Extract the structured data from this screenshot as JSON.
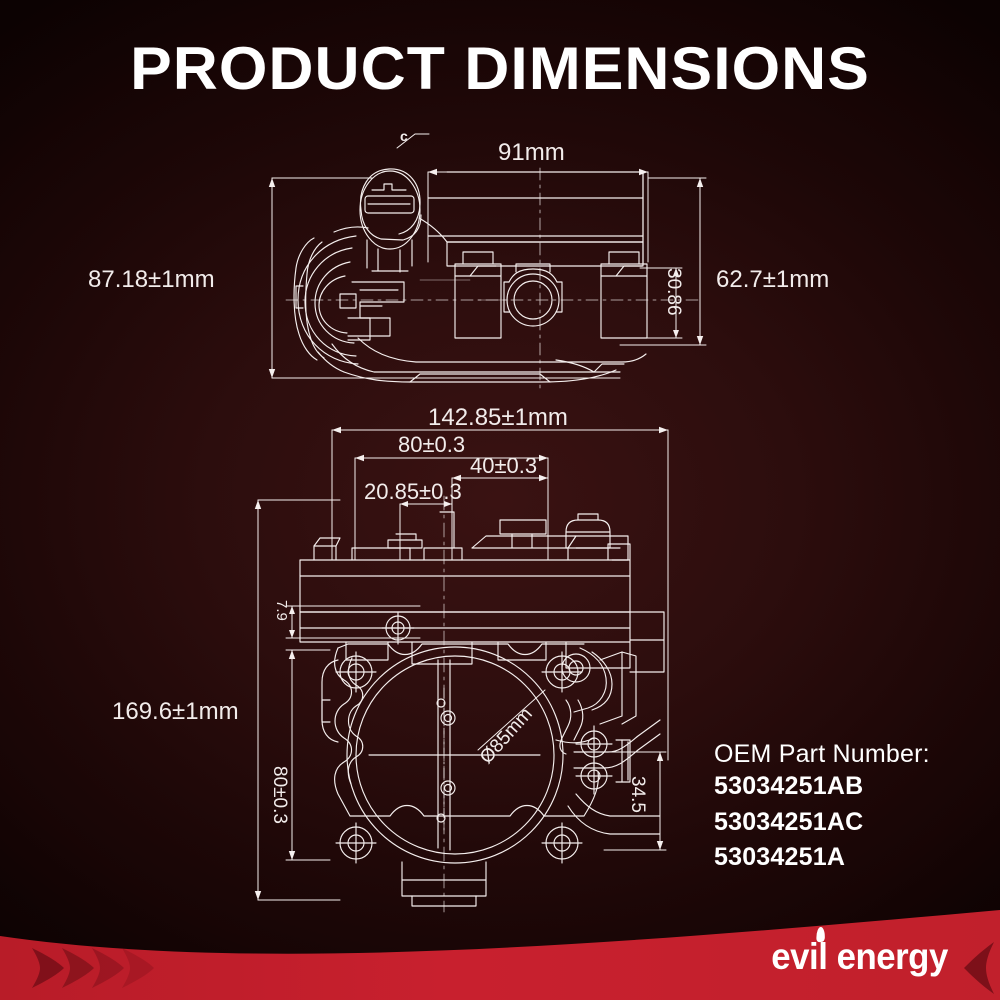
{
  "page": {
    "title": "PRODUCT DIMENSIONS",
    "background_color": "#2c0d0d",
    "line_color": "#f5efee",
    "accent_color": "#c8202e"
  },
  "top_view": {
    "callout_label": "c",
    "width_label": "91mm",
    "height_left_label": "87.18±1mm",
    "height_right_label": "62.7±1mm",
    "inset_height_label": "30.86"
  },
  "bottom_view": {
    "overall_width_label": "142.85±1mm",
    "dim_80_top_label": "80±0.3",
    "dim_40_label": "40±0.3",
    "dim_2085_label": "20.85±0.3",
    "dim_79_label": "7.9",
    "dim_80_left_label": "80±0.3",
    "overall_height_label": "169.6±1mm",
    "bore_diameter_label": "Ø85mm",
    "dim_345_label": "34.5"
  },
  "oem": {
    "label": "OEM Part Number:",
    "part_numbers": [
      "53034251AB",
      "53034251AC",
      "53034251A"
    ]
  },
  "footer": {
    "brand_word_1": "evil",
    "brand_word_2": "energy",
    "arrow_count": 4,
    "banner_color": "#c8202e"
  }
}
